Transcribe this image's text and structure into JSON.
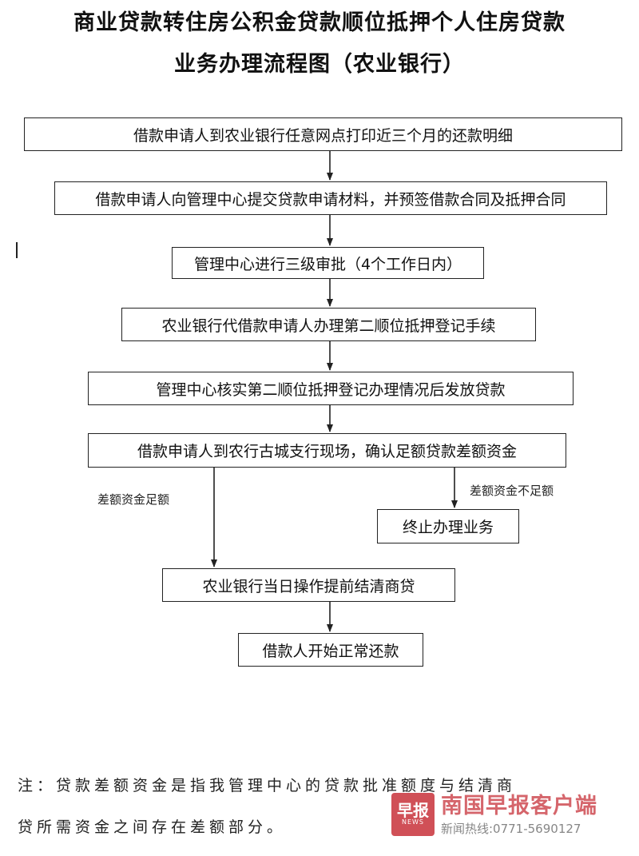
{
  "title": {
    "line1": "商业贷款转住房公积金贷款顺位抵押个人住房贷款",
    "line2": "业务办理流程图（农业银行）"
  },
  "steps": [
    "借款申请人到农业银行任意网点打印近三个月的还款明细",
    "借款申请人向管理中心提交贷款申请材料，并预签借款合同及抵押合同",
    "管理中心进行三级审批（4个工作日内）",
    "农业银行代借款申请人办理第二顺位抵押登记手续",
    "管理中心核实第二顺位抵押登记办理情况后发放贷款",
    "借款申请人到农行古城支行现场，确认足额贷款差额资金",
    "终止办理业务",
    "农业银行当日操作提前结清商贷",
    "借款人开始正常还款"
  ],
  "branch_labels": {
    "sufficient": "差额资金足额",
    "insufficient": "差额资金不足额"
  },
  "note": {
    "line1": "注：贷款差额资金是指我管理中心的贷款批准额度与结清商",
    "line2": "贷所需资金之间存在差额部分。"
  },
  "watermark": {
    "logo_text": "早报",
    "logo_sub": "NEWS",
    "name": "南国早报客户端",
    "hotline": "新闻热线:0771-5690127"
  }
}
